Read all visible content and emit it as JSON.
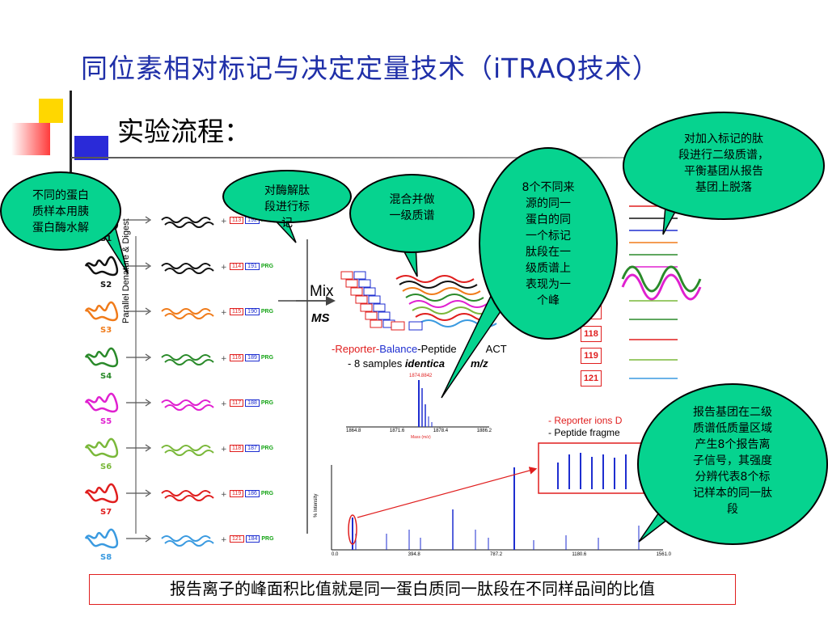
{
  "title": "同位素相对标记与决定定量技术（iTRAQ技术）",
  "subtitle": "实验流程：",
  "bubbles": {
    "b1": [
      "不同的蛋白",
      "质样本用胰",
      "蛋白酶水解"
    ],
    "b2": [
      "对酶解肽",
      "段进行标",
      "记"
    ],
    "b3": [
      "混合并做",
      "一级质谱"
    ],
    "b4": [
      "8个不同来",
      "源的同一",
      "蛋白的同",
      "一个标记",
      "肽段在一",
      "级质谱上",
      "表现为一",
      "个峰"
    ],
    "b5": [
      "对加入标记的肽",
      "段进行二级质谱，",
      "平衡基团从报告",
      "基团上脱落"
    ],
    "b6": [
      "报告基团在二级",
      "质谱低质量区域",
      "产生8个报告离",
      "子信号，其强度",
      "分辨代表8个标",
      "记样本的同一肽",
      "段"
    ]
  },
  "samples": [
    {
      "label": "S1",
      "color": "#111111",
      "reporter": "113",
      "balance": "192"
    },
    {
      "label": "S2",
      "color": "#111111",
      "reporter": "114",
      "balance": "191"
    },
    {
      "label": "S3",
      "color": "#f07b1a",
      "reporter": "115",
      "balance": "190"
    },
    {
      "label": "S4",
      "color": "#2a8a2a",
      "reporter": "116",
      "balance": "189"
    },
    {
      "label": "S5",
      "color": "#e020d0",
      "reporter": "117",
      "balance": "188"
    },
    {
      "label": "S6",
      "color": "#7ab83a",
      "reporter": "118",
      "balance": "187"
    },
    {
      "label": "S7",
      "color": "#e01e1e",
      "reporter": "119",
      "balance": "186"
    },
    {
      "label": "S8",
      "color": "#3a9ae0",
      "reporter": "121",
      "balance": "184"
    }
  ],
  "tag_suffix": "PRG",
  "side_label": "Parallel  Denature  & Digest",
  "mix_label": "Mix",
  "ms_label": "MS",
  "reporter_line1_a": "-Reporter-",
  "reporter_line1_b": "Balance",
  "reporter_line1_c": "-Peptide",
  "reporter_line1_d": "ACT",
  "reporter_line2_a": "- 8 samples ",
  "reporter_line2_b": "identica",
  "reporter_line2_c": "m/z",
  "ms1_peak_label": "1874.8842",
  "ms1_axis": [
    "1864.8",
    "1871.6",
    "1878.4",
    "1886.2"
  ],
  "ms1_xlabel": "Mass (m/z)",
  "legend_ms2_a": "- Reporter ions D",
  "legend_ms2_b": "- Peptide fragme",
  "ion_boxes": [
    "117",
    "118",
    "119",
    "121"
  ],
  "ms2_axis": [
    "0.0",
    "394.8",
    "787.2",
    "1180.6",
    "1561.0"
  ],
  "ms2_ylabel": "% Intensity",
  "bottom_text": "报告离子的峰面积比值就是同一蛋白质同一肽段在不同样品间的比值",
  "colors": {
    "title": "#1f2fa8",
    "bubble": "#06d38f",
    "accent_red": "#e01e1e",
    "accent_blue": "#1e2ed0",
    "deco_yellow": "#ffd700",
    "deco_red": "#ff3b3b",
    "deco_blue": "#2a2ad8"
  }
}
